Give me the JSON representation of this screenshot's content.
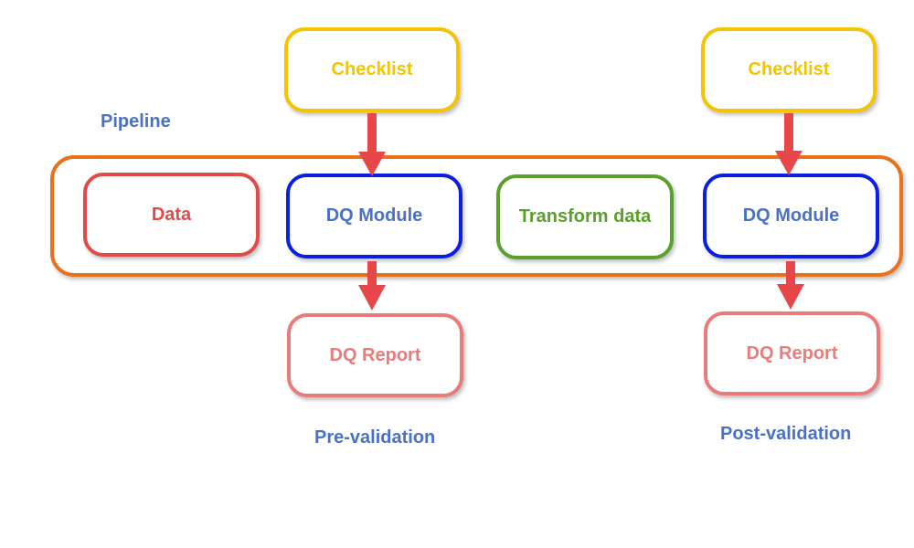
{
  "labels": {
    "pipeline": "Pipeline",
    "pre_validation": "Pre-validation",
    "post_validation": "Post-validation"
  },
  "nodes": {
    "checklist_left": "Checklist",
    "checklist_right": "Checklist",
    "data": "Data",
    "dq_module_left": "DQ Module",
    "transform": "Transform data",
    "dq_module_right": "DQ Module",
    "dq_report_left": "DQ Report",
    "dq_report_right": "DQ Report"
  },
  "colors": {
    "checklist": "#f5c400",
    "data": "#e24a4a",
    "dq_module_border": "#0a1fe0",
    "dq_module_text": "#4a72c4",
    "transform": "#5aa02c",
    "dq_report": "#ea7b7b",
    "pipeline": "#e8711c",
    "arrow": "#e8474a",
    "label": "#4a72c4"
  },
  "edges": [
    {
      "from": "checklist_left",
      "to": "dq_module_left"
    },
    {
      "from": "dq_module_left",
      "to": "dq_report_left"
    },
    {
      "from": "checklist_right",
      "to": "dq_module_right"
    },
    {
      "from": "dq_module_right",
      "to": "dq_report_right"
    }
  ]
}
